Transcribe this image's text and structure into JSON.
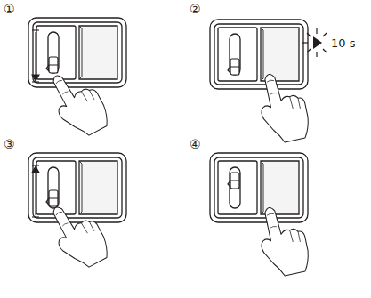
{
  "diagram": {
    "labels": [
      "①",
      "②",
      "③",
      "④",
      "10 s"
    ]
  }
}
